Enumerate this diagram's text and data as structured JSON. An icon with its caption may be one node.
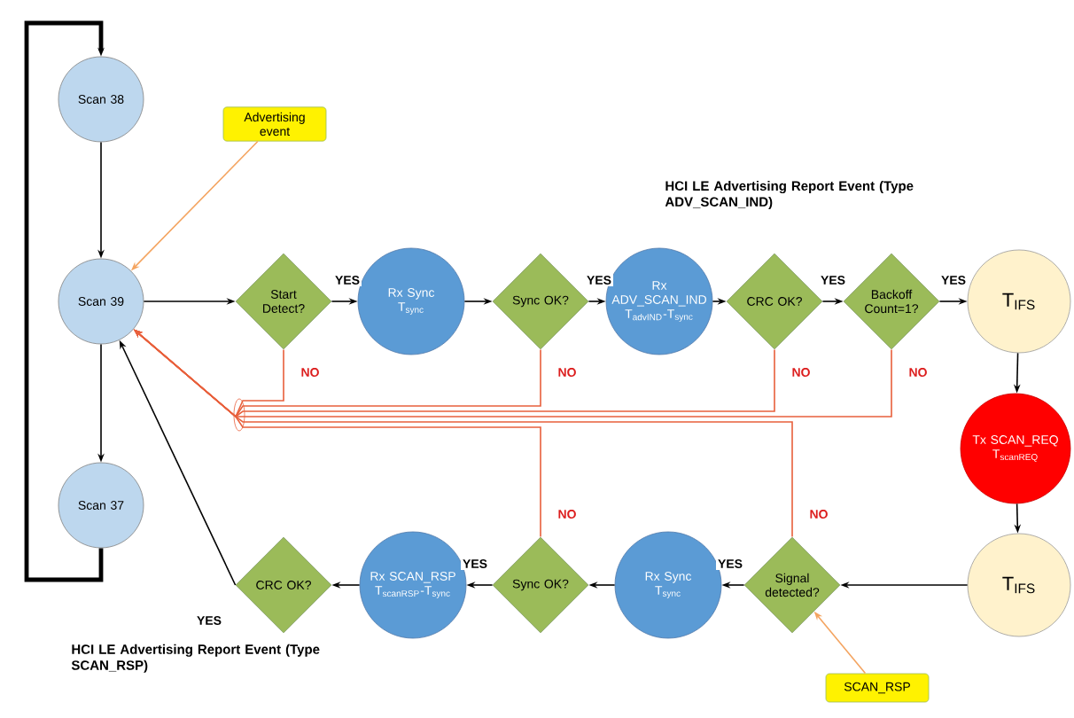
{
  "diagram": {
    "nodes": [
      {
        "text": [
          "Scan 38"
        ]
      },
      {
        "text": [
          "Advertising event"
        ]
      },
      {
        "text": [
          "Scan 39"
        ]
      },
      {
        "text": [
          "Scan 37"
        ]
      },
      {
        "text": [
          "Start Detect?"
        ]
      },
      {
        "text": [
          "Rx Sync",
          "T$_{sync}$"
        ]
      },
      {
        "text": [
          "Sync OK?"
        ]
      },
      {
        "text": [
          "Rx ADV_SCAN_IND",
          "T$_{advIND}$-T$_{sync}$"
        ]
      },
      {
        "text": [
          "CRC OK?"
        ]
      },
      {
        "text": [
          "Backoff Count=1?"
        ]
      },
      {
        "text": [
          "T$_{IFS}$"
        ]
      },
      {
        "text": [
          "Tx SCAN_REQ",
          "T$_{scanREQ}$"
        ]
      },
      {
        "text": [
          "T$_{IFS}$"
        ]
      },
      {
        "text": [
          "Signal detected?"
        ]
      },
      {
        "text": [
          "Rx Sync",
          "T$_{sync}$"
        ]
      },
      {
        "text": [
          "Sync OK?"
        ]
      },
      {
        "text": [
          "Rx SCAN_RSP",
          "T$_{scanRSP}$-T$_{sync}$"
        ]
      },
      {
        "text": [
          "CRC OK?"
        ],
        "beside": [
          "HCI LE Advertising Report Event (Type SCAN_RSP)"
        ]
      },
      {
        "text": [
          "SCAN_RSP"
        ]
      }
    ],
    "edges": [
      {
        "from": 3,
        "to": 0,
        "arrow": "to",
        "style": "thick"
      },
      {
        "from": 0,
        "to": 2,
        "arrow": "to"
      },
      {
        "from": 2,
        "to": 3,
        "arrow": "to"
      },
      {
        "from": 1,
        "to": 2,
        "arrow": "to",
        "color": "#f4a460"
      },
      {
        "from": 2,
        "to": 4,
        "arrow": "to"
      },
      {
        "from": 4,
        "to": 5,
        "arrow": "to",
        "label": "YES"
      },
      {
        "from": 5,
        "to": 6,
        "arrow": "to"
      },
      {
        "from": 6,
        "to": 7,
        "arrow": "to",
        "label": "YES"
      },
      {
        "from": 7,
        "to": 8,
        "arrow": "to"
      },
      {
        "from": 8,
        "to": 9,
        "arrow": "to",
        "label": "YES"
      },
      {
        "from": 9,
        "to": 10,
        "arrow": "to",
        "label": "YES"
      },
      {
        "from": 10,
        "to": 11,
        "arrow": "to"
      },
      {
        "from": 11,
        "to": 12,
        "arrow": "to"
      },
      {
        "from": 12,
        "to": 13,
        "arrow": "to"
      },
      {
        "from": 13,
        "to": 14,
        "arrow": "to",
        "label": "YES"
      },
      {
        "from": 14,
        "to": 15,
        "arrow": "to"
      },
      {
        "from": 15,
        "to": 16,
        "arrow": "to",
        "label": "YES"
      },
      {
        "from": 16,
        "to": 17,
        "arrow": "to"
      },
      {
        "from": 17,
        "to": 2,
        "arrow": "to",
        "label": "YES"
      },
      {
        "from": 4,
        "to": 2,
        "arrow": "to",
        "label": "NO",
        "color": "#e8603c"
      },
      {
        "from": 6,
        "to": 2,
        "arrow": "to",
        "label": "NO",
        "color": "#e8603c"
      },
      {
        "from": 8,
        "to": 2,
        "arrow": "to",
        "label": "NO",
        "color": "#e8603c"
      },
      {
        "from": 9,
        "to": 2,
        "arrow": "to",
        "label": "NO",
        "color": "#e8603c"
      },
      {
        "from": 13,
        "to": 2,
        "arrow": "to",
        "label": "NO",
        "color": "#e8603c"
      },
      {
        "from": 15,
        "to": 2,
        "arrow": "to",
        "label": "NO",
        "color": "#e8603c"
      },
      {
        "from": 18,
        "to": 13,
        "arrow": "to",
        "color": "#f4a460"
      }
    ],
    "labels": [
      "HCI LE Advertising Report Event (Type ADV_SCAN_IND)"
    ]
  }
}
